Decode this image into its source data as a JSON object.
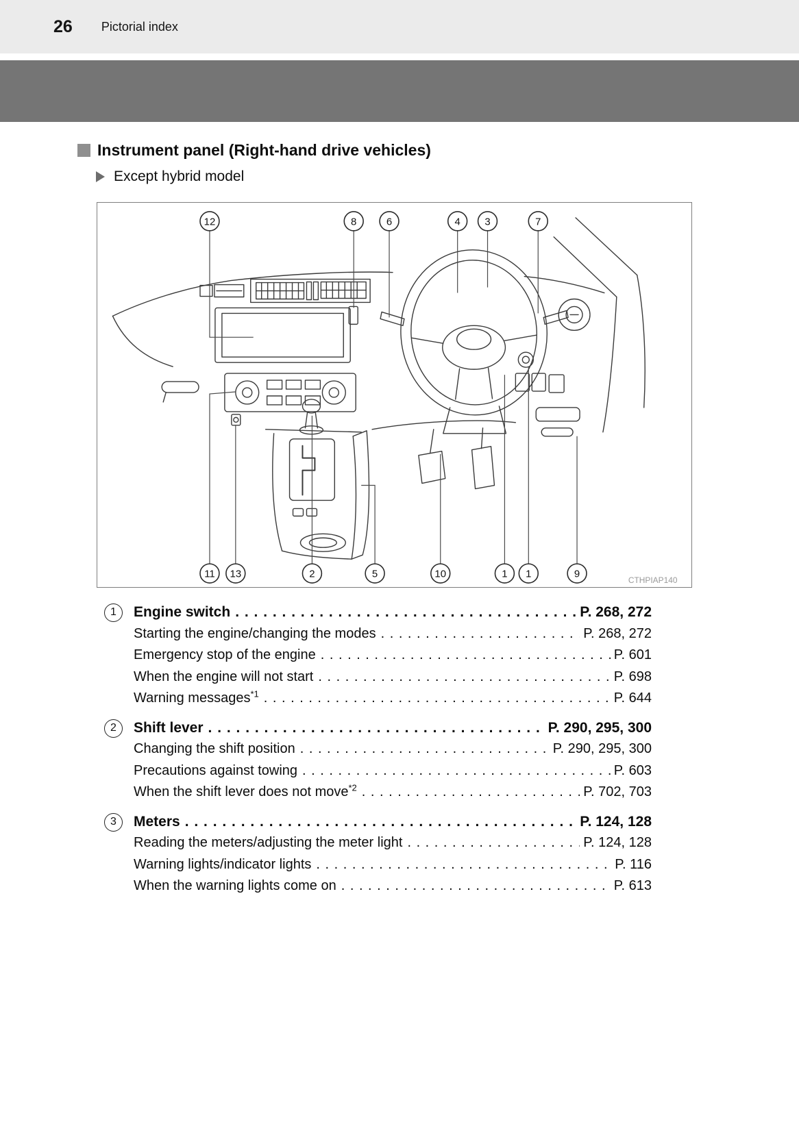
{
  "theme": {
    "band_color": "#757575",
    "header_bg": "#ebebeb"
  },
  "header": {
    "page_number": "26",
    "section_title": "Pictorial index"
  },
  "main": {
    "heading": "Instrument panel (Right-hand drive vehicles)",
    "subheading": "Except hybrid model"
  },
  "figure": {
    "code": "CTHPIAP140",
    "callouts_top": [
      "12",
      "8",
      "6",
      "4",
      "3",
      "7"
    ],
    "callouts_bottom": [
      "11",
      "13",
      "2",
      "5",
      "10",
      "1",
      "1",
      "9"
    ]
  },
  "index": {
    "sections": [
      {
        "num": "1",
        "title": "Engine switch",
        "pages": "P. 268, 272",
        "items": [
          {
            "label": "Starting the engine/changing the modes",
            "sup": "",
            "pages": "P. 268, 272"
          },
          {
            "label": "Emergency stop of the engine",
            "sup": "",
            "pages": "P. 601"
          },
          {
            "label": "When the engine will not start",
            "sup": "",
            "pages": "P. 698"
          },
          {
            "label": "Warning messages",
            "sup": "*1",
            "pages": "P. 644"
          }
        ]
      },
      {
        "num": "2",
        "title": "Shift lever",
        "pages": "P. 290, 295, 300",
        "items": [
          {
            "label": "Changing the shift position",
            "sup": "",
            "pages": "P. 290, 295, 300"
          },
          {
            "label": "Precautions against towing",
            "sup": "",
            "pages": "P. 603"
          },
          {
            "label": "When the shift lever does not move",
            "sup": "*2",
            "pages": "P. 702, 703"
          }
        ]
      },
      {
        "num": "3",
        "title": "Meters",
        "pages": "P. 124, 128",
        "items": [
          {
            "label": "Reading the meters/adjusting the meter light",
            "sup": "",
            "pages": "P. 124, 128"
          },
          {
            "label": "Warning lights/indicator lights",
            "sup": "",
            "pages": "P. 116"
          },
          {
            "label": "When the warning lights come on",
            "sup": "",
            "pages": "P. 613"
          }
        ]
      }
    ]
  }
}
